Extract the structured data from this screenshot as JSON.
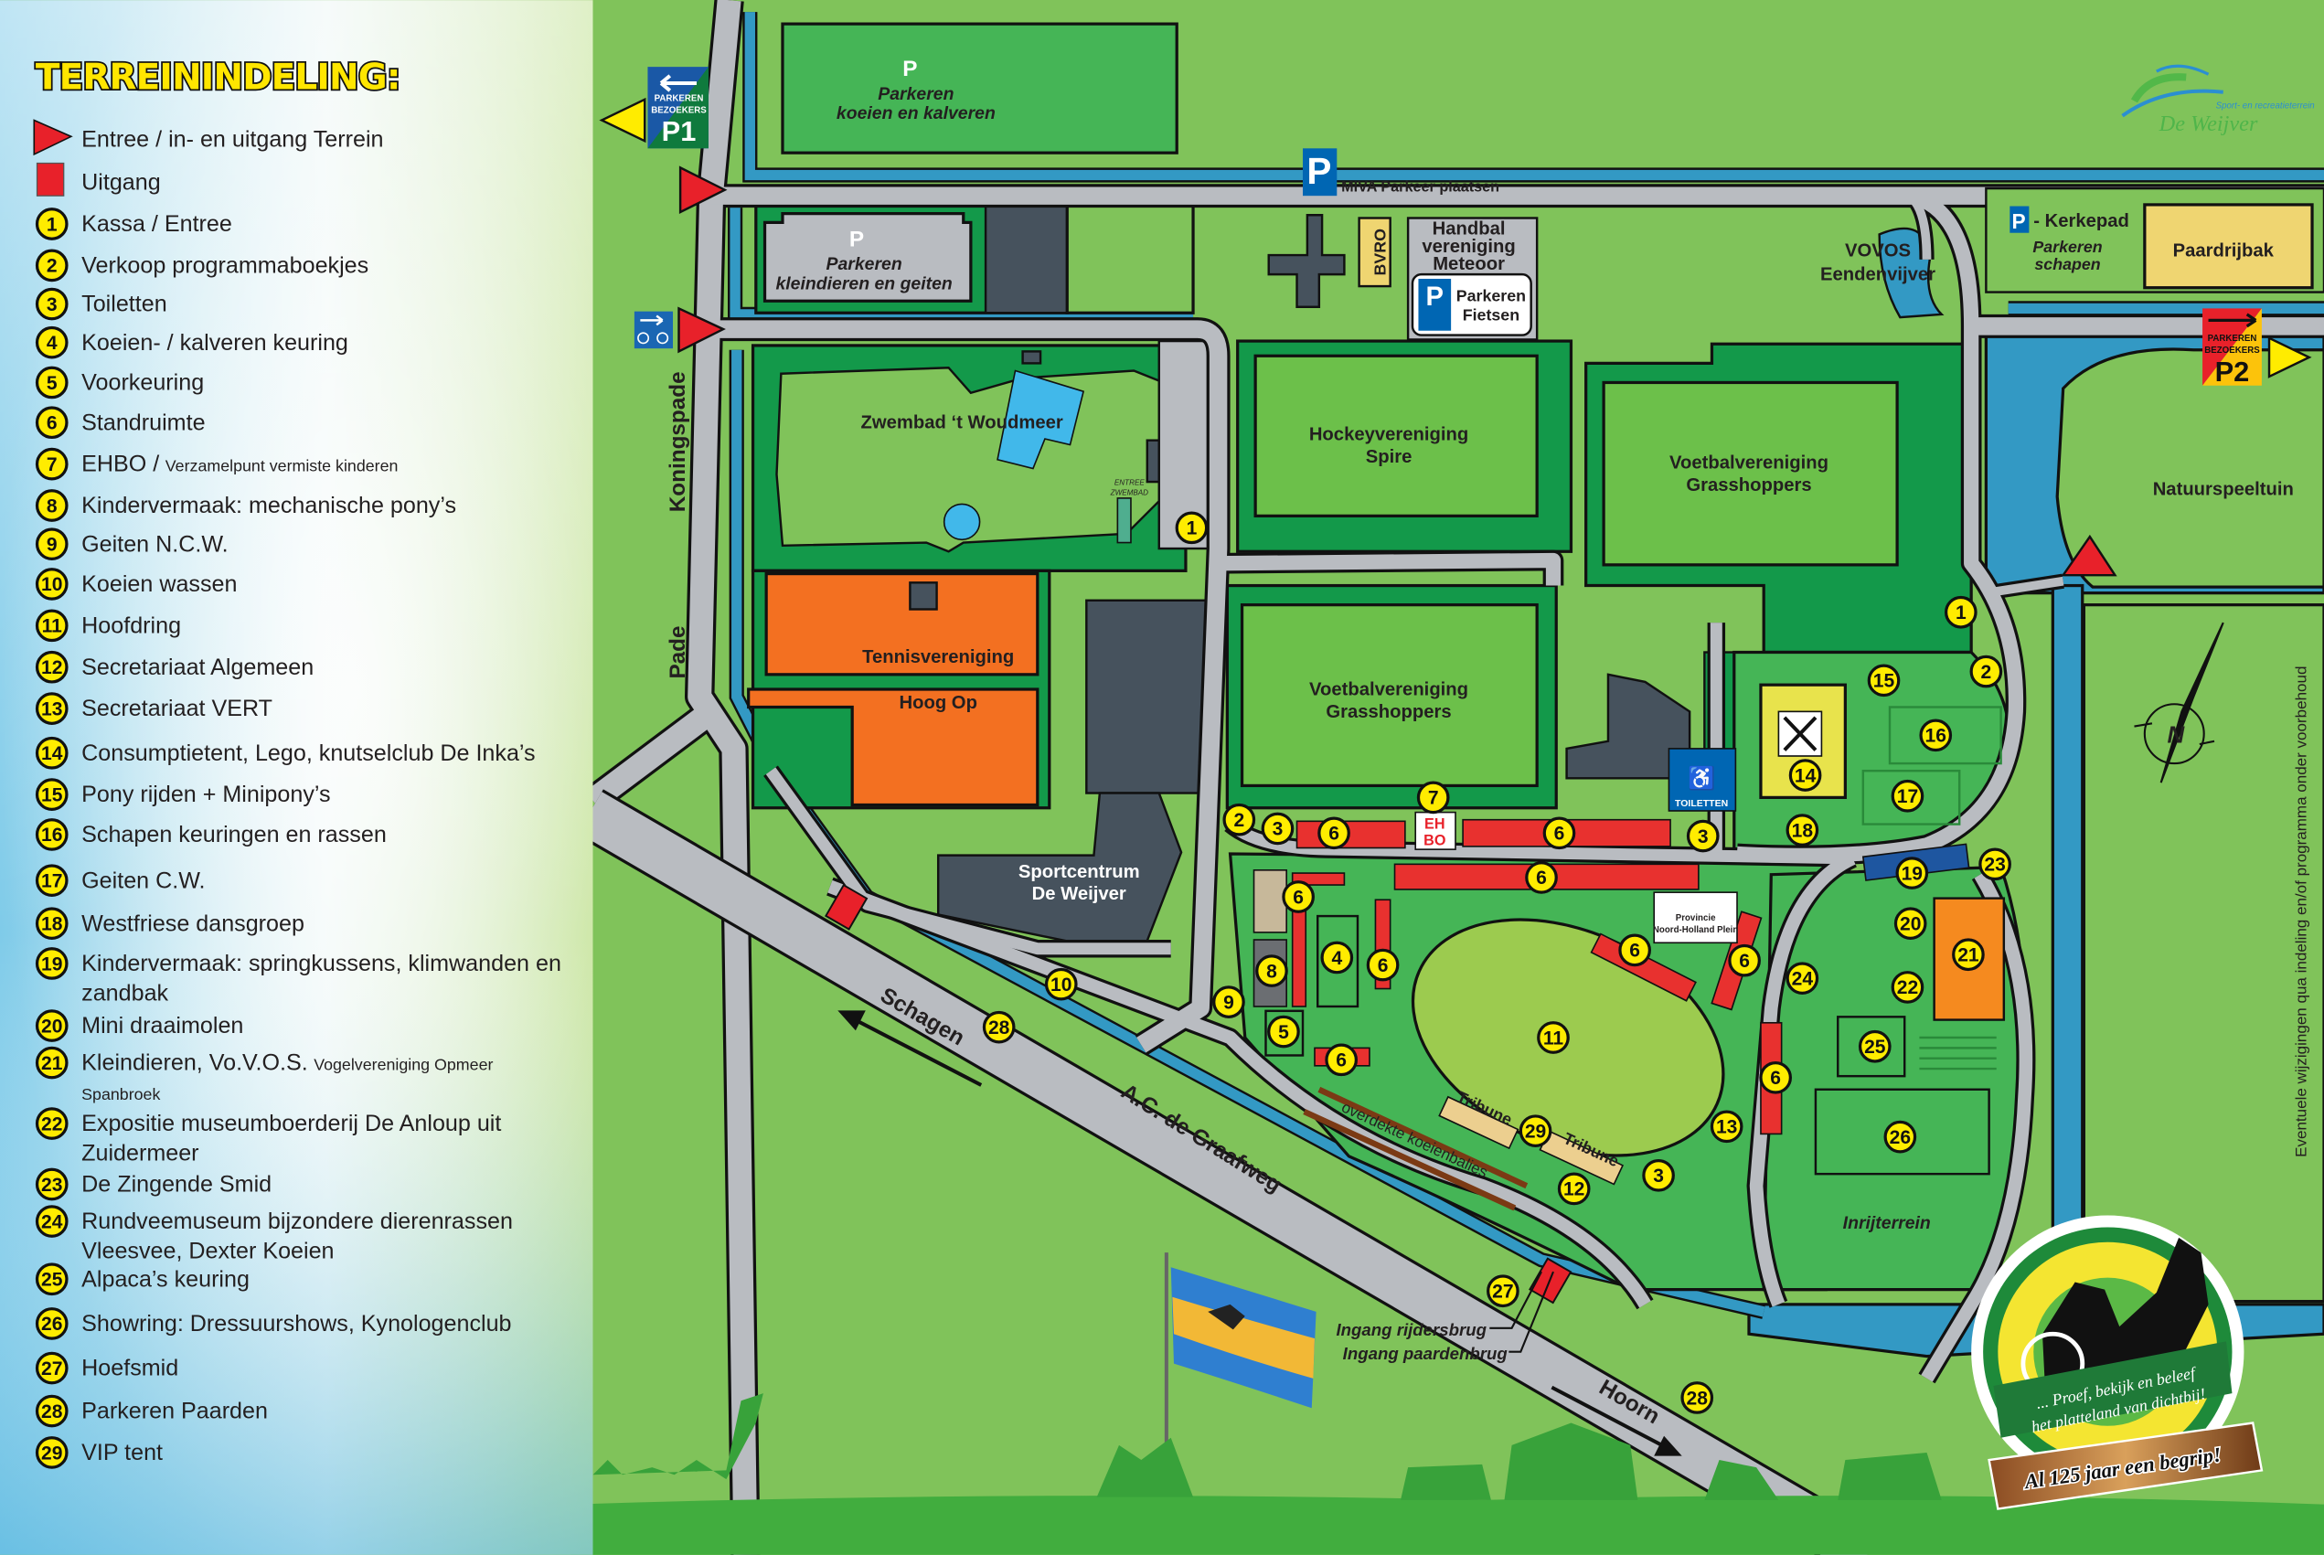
{
  "legend": {
    "title": "TERREININDELING:",
    "entrance": "Entree / in- en uitgang Terrein",
    "exit": "Uitgang",
    "items": [
      {
        "num": "1",
        "label": "Kassa / Entree"
      },
      {
        "num": "2",
        "label": "Verkoop programmaboekjes"
      },
      {
        "num": "3",
        "label": "Toiletten"
      },
      {
        "num": "4",
        "label": "Koeien- / kalveren keuring"
      },
      {
        "num": "5",
        "label": "Voorkeuring"
      },
      {
        "num": "6",
        "label": "Standruimte"
      },
      {
        "num": "7",
        "label": "EHBO /",
        "sub": "Verzamelpunt vermiste kinderen"
      },
      {
        "num": "8",
        "label": "Kindervermaak: mechanische pony’s"
      },
      {
        "num": "9",
        "label": "Geiten N.C.W."
      },
      {
        "num": "10",
        "label": "Koeien wassen"
      },
      {
        "num": "11",
        "label": "Hoofdring"
      },
      {
        "num": "12",
        "label": "Secretariaat Algemeen"
      },
      {
        "num": "13",
        "label": "Secretariaat VERT"
      },
      {
        "num": "14",
        "label": "Consumptietent, Lego, knutselclub De Inka’s"
      },
      {
        "num": "15",
        "label": "Pony rijden + Minipony’s"
      },
      {
        "num": "16",
        "label": "Schapen keuringen en rassen"
      },
      {
        "num": "17",
        "label": "Geiten C.W."
      },
      {
        "num": "18",
        "label": "Westfriese dansgroep"
      },
      {
        "num": "19",
        "label": "Kindervermaak: springkussens, klimwanden en",
        "label2": "zandbak"
      },
      {
        "num": "20",
        "label": "Mini draaimolen"
      },
      {
        "num": "21",
        "label": "Kleindieren, Vo.V.O.S.",
        "sub": "Vogelvereniging Opmeer",
        "sub2": "Spanbroek"
      },
      {
        "num": "22",
        "label": "Expositie museumboerderij De Anloup uit",
        "label2": "Zuidermeer"
      },
      {
        "num": "23",
        "label": "De Zingende Smid"
      },
      {
        "num": "24",
        "label": "Rundveemuseum bijzondere dierenrassen",
        "label2": "Vleesvee,  Dexter Koeien"
      },
      {
        "num": "25",
        "label": "Alpaca’s keuring"
      },
      {
        "num": "26",
        "label": "Showring: Dressuurshows, Kynologenclub"
      },
      {
        "num": "27",
        "label": "Hoefsmid"
      },
      {
        "num": "28",
        "label": "Parkeren Paarden"
      },
      {
        "num": "29",
        "label": "VIP tent"
      }
    ]
  },
  "map": {
    "p": "P",
    "parking_cows": [
      "Parkeren",
      "koeien en kalveren"
    ],
    "parking_small": [
      "Parkeren",
      "kleindieren en geiten"
    ],
    "p1_sign": {
      "line1": "PARKEREN",
      "line2": "BEZOEKERS",
      "code": "P1"
    },
    "p2_sign": {
      "line1": "PARKEREN",
      "line2": "BEZOEKERS",
      "code": "P2"
    },
    "miva": "MIVA Parkeer plaatsen",
    "bvro": "BVRO",
    "handbal": [
      "Handbal",
      "vereniging",
      "Meteoor"
    ],
    "fietsen": [
      "Parkeren",
      "Fietsen"
    ],
    "vovos": [
      "VOVOS",
      "Eendenvijver"
    ],
    "kerkepad": "- Kerkepad",
    "kerkepad_sub": [
      "Parkeren",
      "schapen"
    ],
    "paardrijbak": "Paardrijbak",
    "natuurspeeltuin": "Natuurspeeltuin",
    "zwembad": "Zwembad ‘t Woudmeer",
    "entree_zwembad": [
      "ENTREE",
      "ZWEMBAD"
    ],
    "hockey": [
      "Hockeyvereniging",
      "Spire"
    ],
    "voetbal": [
      "Voetbalvereniging",
      "Grasshoppers"
    ],
    "tennis": "Tennisvereniging",
    "hoog_op": "Hoog Op",
    "sportcentrum": [
      "Sportcentrum",
      "De Weijver"
    ],
    "koningspade": "Koningspade",
    "pade": "Pade",
    "schagen": "Schagen",
    "graafweg": "A.C. de Graafweg",
    "hoorn": "Hoorn",
    "tribune": "Tribune",
    "koeienbalies": "overdekte koeienbalies",
    "ehbo": [
      "EH",
      "BO"
    ],
    "toiletten": "TOILETTEN",
    "provincie": [
      "Provincie",
      "Noord-Holland Plein"
    ],
    "inrijterrein": "Inrijterrein",
    "ingang_rijders": "Ingang rijdersbrug",
    "ingang_paarden": "Ingang paardenbrug",
    "compass": "N",
    "disclaimer": "Eventuele wijzigingen qua indeling en/of programma onder voorbehoud",
    "markers": [
      "1",
      "1",
      "2",
      "2",
      "3",
      "3",
      "3",
      "6",
      "6",
      "6",
      "6",
      "6",
      "6",
      "6",
      "6",
      "6",
      "7",
      "8",
      "4",
      "9",
      "5",
      "10",
      "11",
      "12",
      "13",
      "14",
      "15",
      "16",
      "17",
      "18",
      "19",
      "20",
      "21",
      "22",
      "23",
      "24",
      "25",
      "26",
      "27",
      "28",
      "28",
      "29"
    ]
  },
  "weijver_logo": {
    "tagline": "Sport- en recreatieterrein",
    "name": "De Weijver"
  },
  "badge": {
    "slogan_1": "... Proef, bekijk en beleef",
    "slogan_2": "het platteland van dichtbij!",
    "ribbon": "Al 125 jaar een begrip!"
  },
  "colors": {
    "grass": "#80c35a",
    "field": "#45b556",
    "dark_green": "#13994a",
    "water": "#3399c4",
    "road": "#b9bcc1",
    "stand": "#e8312f",
    "marker": "#ffec00",
    "orange": "#f37021",
    "building": "#46525d"
  }
}
